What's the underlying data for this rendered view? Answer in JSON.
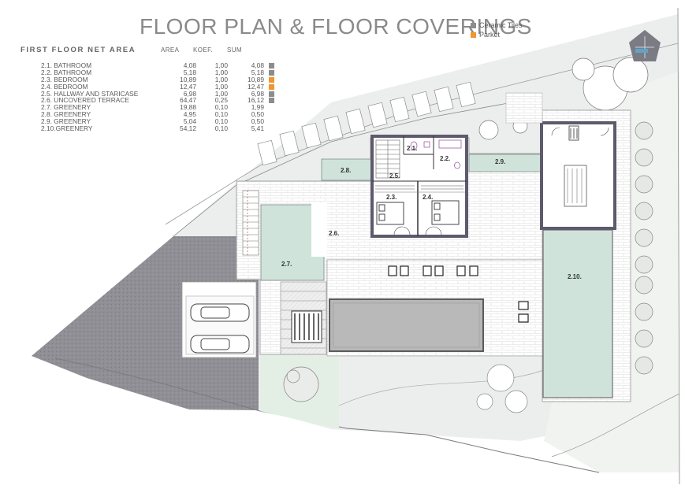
{
  "title": "FLOOR PLAN & FLOOR COVERINGS",
  "legend": [
    {
      "label": "Ceramic Tiles",
      "color": "#8c8c8c"
    },
    {
      "label": "Parket",
      "color": "#f0962e"
    }
  ],
  "table": {
    "heading": "FIRST FLOOR NET AREA",
    "columns": [
      "AREA",
      "KOEF.",
      "SUM"
    ],
    "rows": [
      {
        "name": "2.1. BATHROOM",
        "area": "4,08",
        "koef": "1,00",
        "sum": "4,08",
        "covering": "Ceramic Tiles"
      },
      {
        "name": "2.2. BATHROOM",
        "area": "5,18",
        "koef": "1,00",
        "sum": "5,18",
        "covering": "Ceramic Tiles"
      },
      {
        "name": "2.3. BEDROOM",
        "area": "10,89",
        "koef": "1,00",
        "sum": "10,89",
        "covering": "Parket"
      },
      {
        "name": "2.4. BEDROOM",
        "area": "12,47",
        "koef": "1,00",
        "sum": "12,47",
        "covering": "Parket"
      },
      {
        "name": "2.5. HALLWAY AND STARICASE",
        "area": "6,98",
        "koef": "1,00",
        "sum": "6,98",
        "covering": "Ceramic Tiles"
      },
      {
        "name": "2.6. UNCOVERED TERRACE",
        "area": "64,47",
        "koef": "0,25",
        "sum": "16,12",
        "covering": "Ceramic Tiles"
      },
      {
        "name": "2.7. GREENERY",
        "area": "19,88",
        "koef": "0,10",
        "sum": "1,99",
        "covering": ""
      },
      {
        "name": "2.8. GREENERY",
        "area": "4,95",
        "koef": "0,10",
        "sum": "0,50",
        "covering": ""
      },
      {
        "name": "2.9. GREENERY",
        "area": "5,04",
        "koef": "0,10",
        "sum": "0,50",
        "covering": ""
      },
      {
        "name": "2.10.GREENERY",
        "area": "54,12",
        "koef": "0,10",
        "sum": "5,41",
        "covering": ""
      }
    ]
  },
  "plan_labels": {
    "r21": "2.1.",
    "r22": "2.2.",
    "r23": "2.3.",
    "r24": "2.4.",
    "r25": "2.5.",
    "r26": "2.6.",
    "r27": "2.7.",
    "r28": "2.8.",
    "r29": "2.9.",
    "r210": "2.10."
  },
  "colors": {
    "wall": "#5e5a6c",
    "greenery": "#cfe3da",
    "terrain": "#e9ebe9",
    "dark_terrain": "#9a9aa0",
    "terrace": "#ffffff",
    "pool": "#b3b3b3"
  }
}
